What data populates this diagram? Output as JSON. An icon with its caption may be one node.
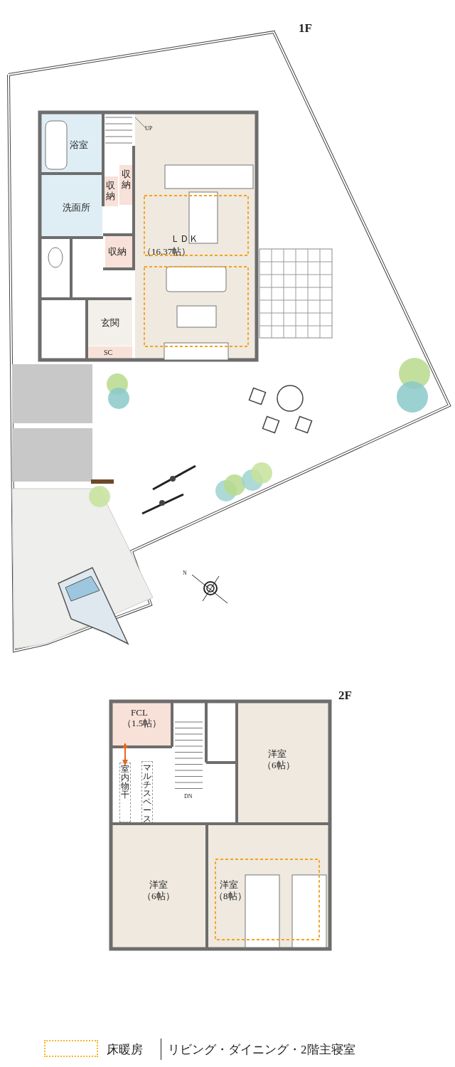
{
  "diagram": {
    "nodes": [
      {
        "text": [
          "浴室"
        ]
      },
      {
        "text": [
          "洗面所"
        ]
      },
      {
        "text": [
          "収納"
        ]
      },
      {
        "text": [
          "収納"
        ]
      },
      {
        "text": [
          "収納"
        ]
      },
      {
        "text": [
          "ＬＤＫ",
          "（16.37帖）"
        ]
      },
      {
        "text": [
          "玄関"
        ]
      },
      {
        "text": [
          "SC"
        ]
      },
      {
        "text": [
          "FCL",
          "（1.5帖）"
        ]
      },
      {
        "text": [
          "洋室",
          "（6帖）"
        ]
      },
      {
        "text": [
          "室内物干"
        ]
      },
      {
        "text": [
          "マルチスペース"
        ]
      },
      {
        "text": [
          "洋室",
          "（6帖）"
        ]
      },
      {
        "text": [
          "洋室",
          "（8帖）"
        ]
      }
    ],
    "edges": [
      {
        "from": 8,
        "to": 10,
        "arrow": "both",
        "color": "#e8641b"
      }
    ],
    "labels": [
      "1F",
      "UP",
      "N",
      "2F",
      "DN",
      "リビング・ダイニング・2階主寝室"
    ],
    "legend": [
      {
        "text": "床暖房"
      }
    ]
  }
}
